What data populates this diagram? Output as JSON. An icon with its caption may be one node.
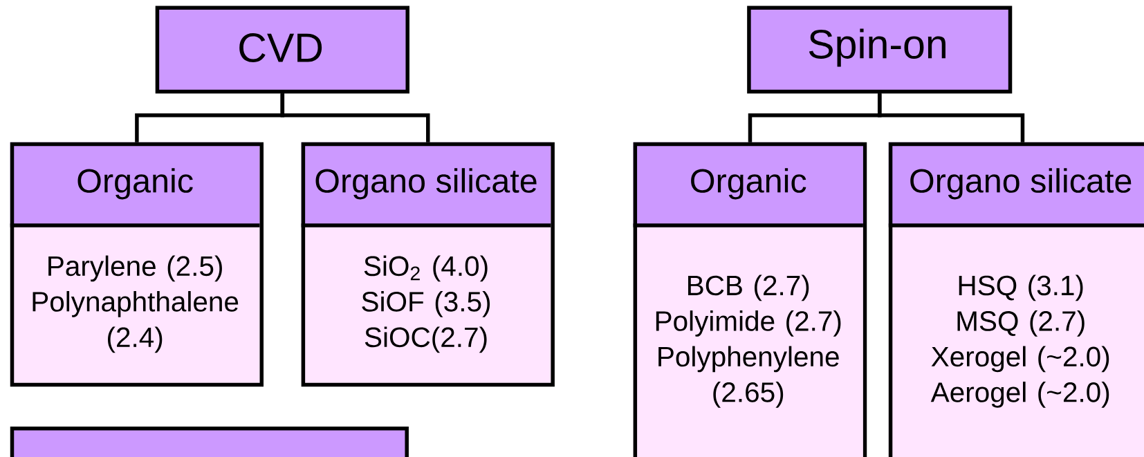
{
  "diagram": {
    "nodes": [
      {
        "text": [
          "CVD"
        ]
      },
      {
        "text": [
          "Organic",
          "Parylene (2.5)",
          "Polynaphthalene (2.4)"
        ]
      },
      {
        "text": [
          "Organo silicate",
          "SiO$_{2}$ (4.0)",
          "SiOF (3.5)",
          "SiOC(2.7)"
        ]
      },
      {
        "text": [],
        "shape": "box"
      },
      {
        "text": [
          "Spin-on"
        ]
      },
      {
        "text": [
          "Organic",
          "BCB (2.7)",
          "Polyimide (2.7)",
          "Polyphenylene (2.65)"
        ]
      },
      {
        "text": [
          "Organo silicate",
          "HSQ (3.1)",
          "MSQ (2.7)",
          "Xerogel (~2.0)",
          "Aerogel (~2.0)"
        ]
      }
    ],
    "edges": [
      {
        "from": 0,
        "to": 1,
        "arrow": "none"
      },
      {
        "from": 0,
        "to": 2,
        "arrow": "none"
      },
      {
        "from": 4,
        "to": 5,
        "arrow": "none"
      },
      {
        "from": 4,
        "to": 6,
        "arrow": "none"
      }
    ]
  }
}
